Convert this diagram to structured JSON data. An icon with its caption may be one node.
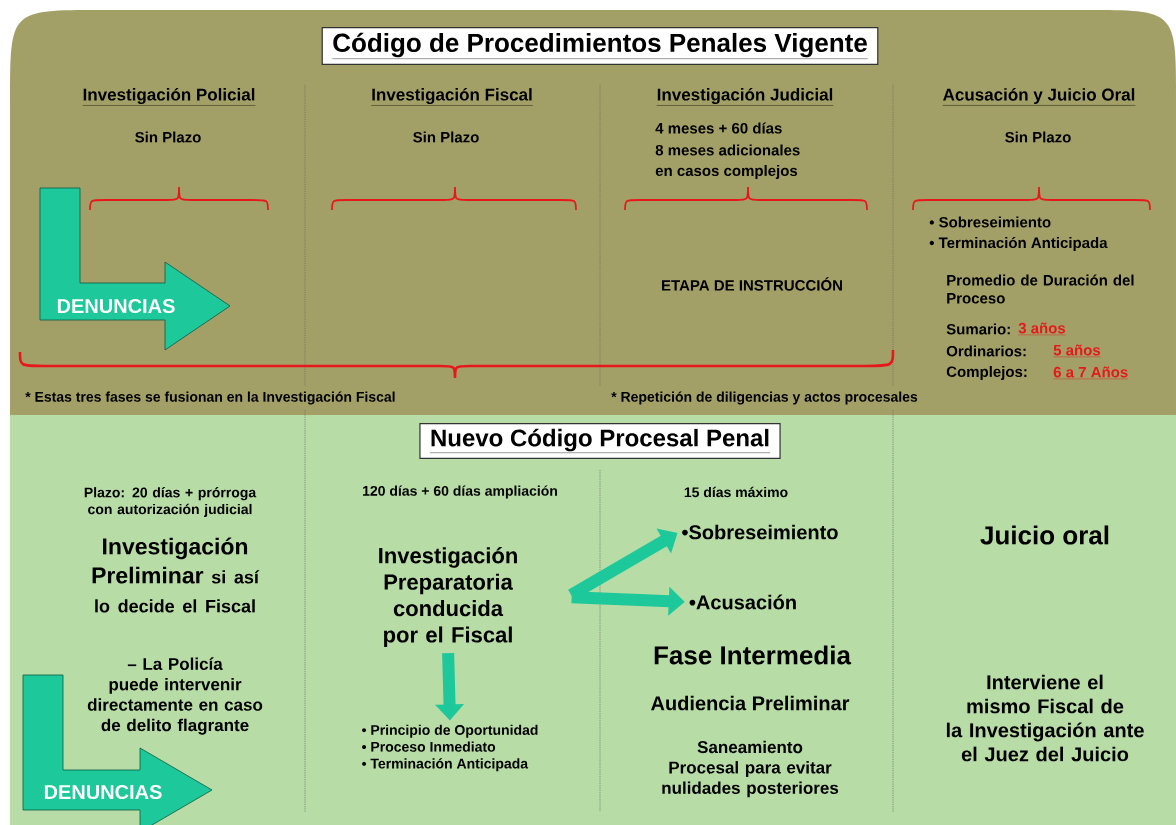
{
  "diagram": {
    "nodes": [
      {
        "text": [
          "Código de Procedimientos Penales Vigente"
        ]
      },
      {
        "text": [
          "DENUNCIAS"
        ]
      },
      {
        "text": [
          "Nuevo Código Procesal Penal"
        ]
      },
      {
        "text": [
          "Investigación Preparatoria conducida por el Fiscal"
        ]
      },
      {
        "text": [
          "•Sobreseimiento"
        ]
      },
      {
        "text": [
          "•Acusación"
        ]
      },
      {
        "text": [
          "• Principio de Oportunidad",
          "• Proceso Inmediato",
          "• Terminación Anticipada"
        ]
      },
      {
        "text": [
          "DENUNCIAS"
        ]
      }
    ],
    "edges": [
      {
        "from": 3,
        "to": 4,
        "arrow": "to"
      },
      {
        "from": 3,
        "to": 5,
        "arrow": "to"
      },
      {
        "from": 3,
        "to": 6,
        "arrow": "to"
      }
    ],
    "labels": [
      "Investigación Policial",
      "Investigación Fiscal",
      "Investigación Judicial",
      "Acusación y Juicio Oral",
      "Sin Plazo",
      "Sin Plazo",
      "4 meses + 60 días",
      "8 meses adicionales",
      "en casos complejos",
      "Sin Plazo",
      "• Sobreseimiento",
      "• Terminación Anticipada",
      "ETAPA DE INSTRUCCIÓN",
      "Promedio de Duración del Proceso",
      "Sumario:",
      "3 años",
      "Ordinarios:",
      "5 años",
      "Complejos:",
      "6 a 7 Años",
      "* Estas tres fases se fusionan en la Investigación Fiscal",
      "* Repetición de diligencias y actos procesales",
      "Plazo: 20 días + prórroga con autorización judicial",
      "120 días + 60 días ampliación",
      "15 días máximo",
      "Juicio oral",
      "Investigación Preliminar",
      "si así lo decide el Fiscal",
      "Fase Intermedia",
      "Audiencia Preliminar",
      "– La Policía puede intervenir directamente en caso de delito flagrante",
      "Saneamiento Procesal para evitar nulidades posteriores",
      "Interviene el mismo Fiscal de la Investigación ante el Juez del Juicio"
    ]
  }
}
